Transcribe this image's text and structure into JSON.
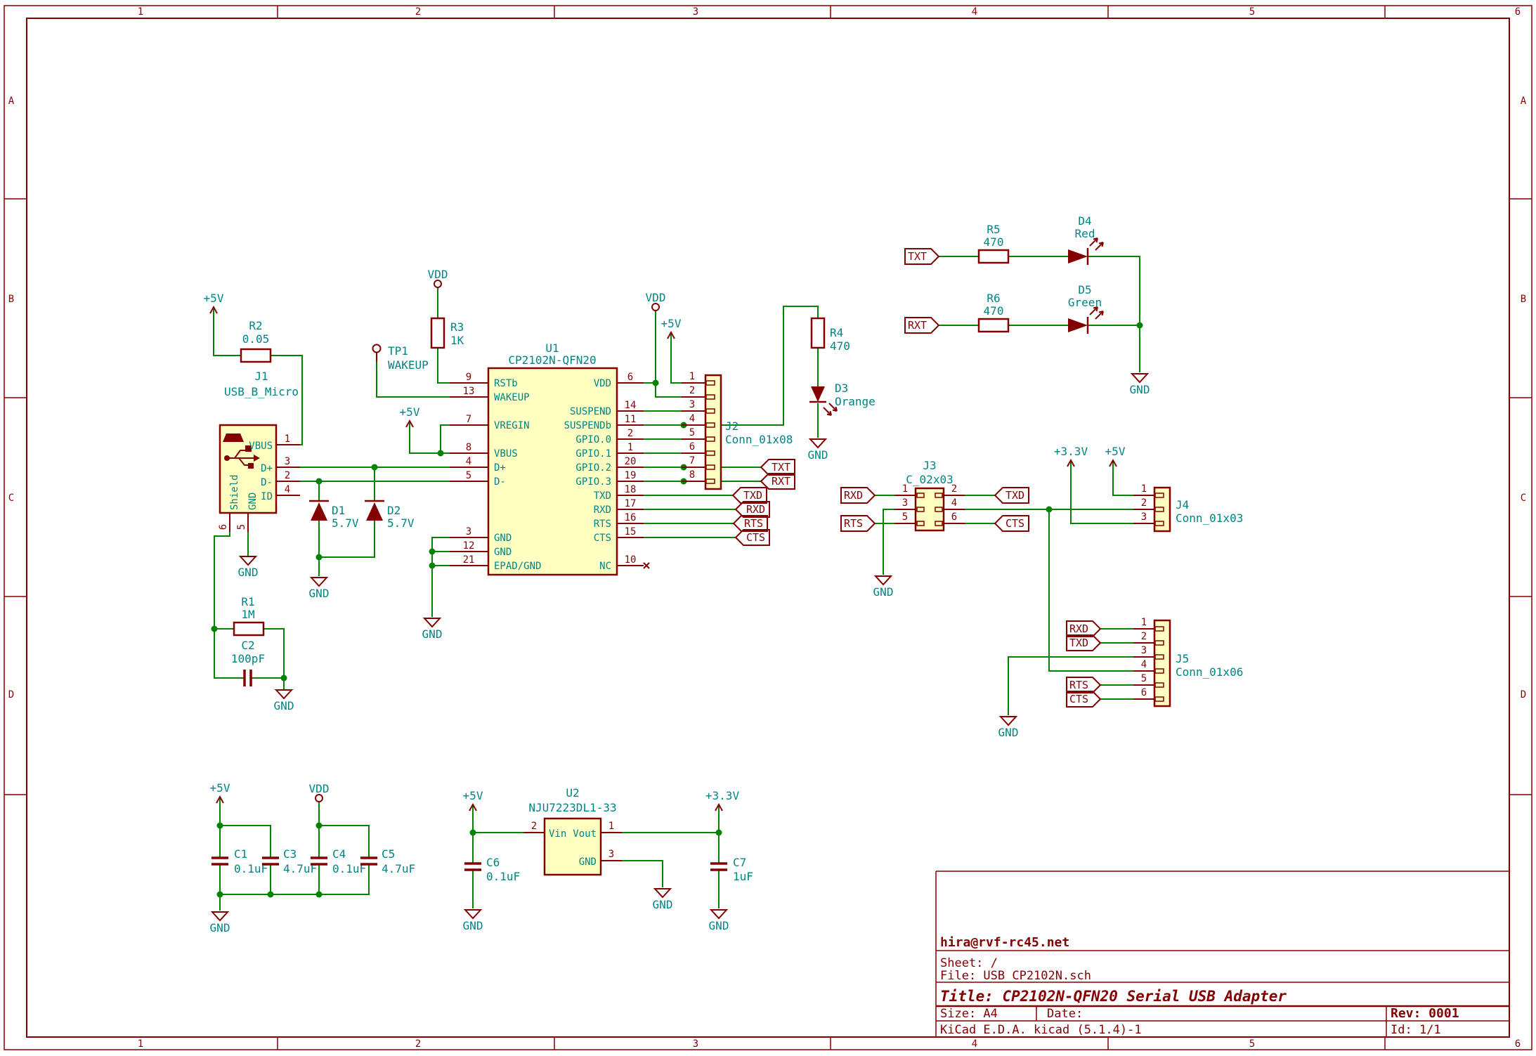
{
  "frame": {
    "columns": [
      "1",
      "2",
      "3",
      "4",
      "5",
      "6"
    ],
    "rows": [
      "A",
      "B",
      "C",
      "D"
    ]
  },
  "title_block": {
    "contact": "hira@rvf-rc45.net",
    "sheet_label": "Sheet: /",
    "file_label": "File: USB_CP2102N.sch",
    "title_label": "Title: CP2102N-QFN20 Serial USB Adapter",
    "size_label": "Size: A4",
    "date_label": "Date:",
    "rev_label": "Rev: 0001",
    "tool_label": "KiCad E.D.A.  kicad (5.1.4)-1",
    "id_label": "Id: 1/1"
  },
  "power": {
    "p5v": "+5V",
    "p3v3": "+3.3V",
    "vdd": "VDD",
    "gnd": "GND"
  },
  "labels": {
    "txt": "TXT",
    "rxt": "RXT",
    "txd": "TXD",
    "rxd": "RXD",
    "rts": "RTS",
    "cts": "CTS"
  },
  "components": {
    "J1": {
      "ref": "J1",
      "value": "USB_B_Micro",
      "right_pins": [
        [
          "1",
          "VBUS"
        ],
        [
          "3",
          "D+"
        ],
        [
          "2",
          "D-"
        ],
        [
          "4",
          "ID"
        ]
      ],
      "bottom_pins": [
        [
          "6",
          "Shield"
        ],
        [
          "5",
          "GND"
        ]
      ]
    },
    "R1": {
      "ref": "R1",
      "value": "1M"
    },
    "R2": {
      "ref": "R2",
      "value": "0.05"
    },
    "R3": {
      "ref": "R3",
      "value": "1K"
    },
    "R4": {
      "ref": "R4",
      "value": "470"
    },
    "R5": {
      "ref": "R5",
      "value": "470"
    },
    "R6": {
      "ref": "R6",
      "value": "470"
    },
    "C1": {
      "ref": "C1",
      "value": "0.1uF"
    },
    "C2": {
      "ref": "C2",
      "value": "100pF"
    },
    "C3": {
      "ref": "C3",
      "value": "4.7uF"
    },
    "C4": {
      "ref": "C4",
      "value": "0.1uF"
    },
    "C5": {
      "ref": "C5",
      "value": "4.7uF"
    },
    "C6": {
      "ref": "C6",
      "value": "0.1uF"
    },
    "C7": {
      "ref": "C7",
      "value": "1uF"
    },
    "D1": {
      "ref": "D1",
      "value": "5.7V"
    },
    "D2": {
      "ref": "D2",
      "value": "5.7V"
    },
    "D3": {
      "ref": "D3",
      "value": "Orange"
    },
    "D4": {
      "ref": "D4",
      "value": "Red"
    },
    "D5": {
      "ref": "D5",
      "value": "Green"
    },
    "TP1": {
      "ref": "TP1",
      "value": "WAKEUP"
    },
    "U1": {
      "ref": "U1",
      "value": "CP2102N-QFN20",
      "left_pins": [
        [
          "9",
          "RSTb"
        ],
        [
          "13",
          "WAKEUP"
        ],
        [
          "7",
          "VREGIN"
        ],
        [
          "8",
          "VBUS"
        ],
        [
          "4",
          "D+"
        ],
        [
          "5",
          "D-"
        ],
        [
          "3",
          "GND"
        ],
        [
          "12",
          "GND"
        ],
        [
          "21",
          "EPAD/GND"
        ]
      ],
      "right_pins": [
        [
          "6",
          "VDD"
        ],
        [
          "14",
          "SUSPEND"
        ],
        [
          "11",
          "SUSPENDb"
        ],
        [
          "2",
          "GPIO.0"
        ],
        [
          "1",
          "GPIO.1"
        ],
        [
          "20",
          "GPIO.2"
        ],
        [
          "19",
          "GPIO.3"
        ],
        [
          "18",
          "TXD"
        ],
        [
          "17",
          "RXD"
        ],
        [
          "16",
          "RTS"
        ],
        [
          "15",
          "CTS"
        ],
        [
          "10",
          "NC"
        ]
      ]
    },
    "U2": {
      "ref": "U2",
      "value": "NJU7223DL1-33",
      "pins": [
        [
          "2",
          "Vin"
        ],
        [
          "1",
          "Vout"
        ],
        [
          "3",
          "GND"
        ]
      ]
    },
    "J2": {
      "ref": "J2",
      "value": "Conn_01x08",
      "pins": [
        "1",
        "2",
        "3",
        "4",
        "5",
        "6",
        "7",
        "8"
      ]
    },
    "J3": {
      "ref": "J3",
      "value": "C_02x03",
      "left_pins": [
        "1",
        "3",
        "5"
      ],
      "right_pins": [
        "2",
        "4",
        "6"
      ]
    },
    "J4": {
      "ref": "J4",
      "value": "Conn_01x03",
      "pins": [
        "1",
        "2",
        "3"
      ]
    },
    "J5": {
      "ref": "J5",
      "value": "Conn_01x06",
      "pins": [
        "1",
        "2",
        "3",
        "4",
        "5",
        "6"
      ]
    }
  }
}
